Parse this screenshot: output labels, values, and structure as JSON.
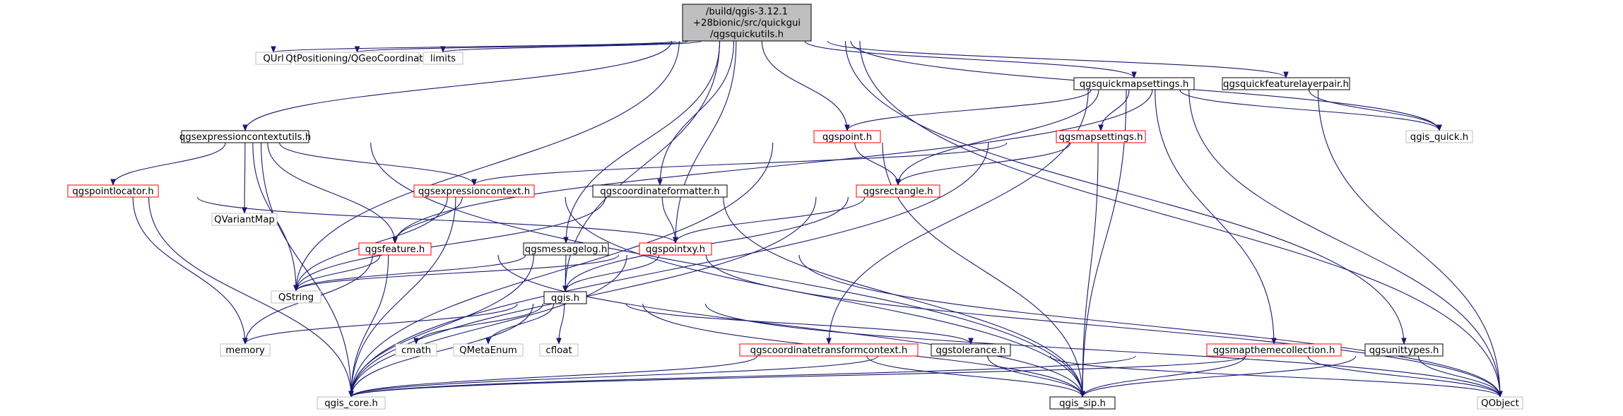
{
  "graph": {
    "nodes": [
      {
        "id": "root",
        "lines": [
          "/build/qgis-3.12.1",
          "+28bionic/src/quickgui",
          "/qgsquickutils.h"
        ],
        "style": "root"
      },
      {
        "id": "qgsexpressioncontextutils",
        "lines": [
          "qgsexpressioncontextutils.h"
        ],
        "style": "black"
      },
      {
        "id": "qurl",
        "lines": [
          "QUrl"
        ],
        "style": "gray"
      },
      {
        "id": "qgeocoordinate",
        "lines": [
          "QtPositioning/QGeoCoordinate"
        ],
        "style": "gray"
      },
      {
        "id": "limits",
        "lines": [
          "limits"
        ],
        "style": "gray"
      },
      {
        "id": "qgsquickmapsettings",
        "lines": [
          "qgsquickmapsettings.h"
        ],
        "style": "black"
      },
      {
        "id": "qgsquickfeaturelayerpair",
        "lines": [
          "qgsquickfeaturelayerpair.h"
        ],
        "style": "black"
      },
      {
        "id": "qgspoint",
        "lines": [
          "qgspoint.h"
        ],
        "style": "red"
      },
      {
        "id": "qgsmapsettings",
        "lines": [
          "qgsmapsettings.h"
        ],
        "style": "red"
      },
      {
        "id": "qgis_quick",
        "lines": [
          "qgis_quick.h"
        ],
        "style": "gray"
      },
      {
        "id": "qgspointlocator",
        "lines": [
          "qgspointlocator.h"
        ],
        "style": "red"
      },
      {
        "id": "qvariantmap",
        "lines": [
          "QVariantMap"
        ],
        "style": "gray"
      },
      {
        "id": "qgsexpressioncontext",
        "lines": [
          "qgsexpressioncontext.h"
        ],
        "style": "red"
      },
      {
        "id": "qgscoordinateformatter",
        "lines": [
          "qgscoordinateformatter.h"
        ],
        "style": "black"
      },
      {
        "id": "qgsrectangle",
        "lines": [
          "qgsrectangle.h"
        ],
        "style": "red"
      },
      {
        "id": "qgsfeature",
        "lines": [
          "qgsfeature.h"
        ],
        "style": "red"
      },
      {
        "id": "qgsmessagelog",
        "lines": [
          "qgsmessagelog.h"
        ],
        "style": "black"
      },
      {
        "id": "qgspointxy",
        "lines": [
          "qgspointxy.h"
        ],
        "style": "red"
      },
      {
        "id": "qstring",
        "lines": [
          "QString"
        ],
        "style": "gray"
      },
      {
        "id": "qgis",
        "lines": [
          "qgis.h"
        ],
        "style": "black"
      },
      {
        "id": "memory",
        "lines": [
          "memory"
        ],
        "style": "gray"
      },
      {
        "id": "cmath",
        "lines": [
          "cmath"
        ],
        "style": "gray"
      },
      {
        "id": "qmetaenum",
        "lines": [
          "QMetaEnum"
        ],
        "style": "gray"
      },
      {
        "id": "cfloat",
        "lines": [
          "cfloat"
        ],
        "style": "gray"
      },
      {
        "id": "qgscoordinatetransformcontext",
        "lines": [
          "qgscoordinatetransformcontext.h"
        ],
        "style": "red"
      },
      {
        "id": "qgstolerance",
        "lines": [
          "qgstolerance.h"
        ],
        "style": "black"
      },
      {
        "id": "qgsmapthemecollection",
        "lines": [
          "qgsmapthemecollection.h"
        ],
        "style": "red"
      },
      {
        "id": "qgsunittypes",
        "lines": [
          "qgsunittypes.h"
        ],
        "style": "black"
      },
      {
        "id": "qgis_core",
        "lines": [
          "qgis_core.h"
        ],
        "style": "gray"
      },
      {
        "id": "qgis_sip",
        "lines": [
          "qgis_sip.h"
        ],
        "style": "black"
      },
      {
        "id": "qobject",
        "lines": [
          "QObject"
        ],
        "style": "gray"
      }
    ],
    "edges": [
      [
        "root",
        "qgsexpressioncontextutils"
      ],
      [
        "root",
        "qurl"
      ],
      [
        "root",
        "qgeocoordinate"
      ],
      [
        "root",
        "limits"
      ],
      [
        "root",
        "qgsquickmapsettings"
      ],
      [
        "root",
        "qgsquickfeaturelayerpair"
      ],
      [
        "root",
        "qgspoint"
      ],
      [
        "root",
        "qgis_quick"
      ],
      [
        "root",
        "qgscoordinateformatter"
      ],
      [
        "root",
        "qgsmessagelog"
      ],
      [
        "root",
        "qgspointxy"
      ],
      [
        "root",
        "qstring"
      ],
      [
        "root",
        "qgis"
      ],
      [
        "root",
        "qgsunittypes"
      ],
      [
        "root",
        "qobject"
      ],
      [
        "qgsexpressioncontextutils",
        "qgspointlocator"
      ],
      [
        "qgsexpressioncontextutils",
        "qvariantmap"
      ],
      [
        "qgsexpressioncontextutils",
        "qgsexpressioncontext"
      ],
      [
        "qgsexpressioncontextutils",
        "qgsfeature"
      ],
      [
        "qgsexpressioncontextutils",
        "qstring"
      ],
      [
        "qgsexpressioncontextutils",
        "qgis_core"
      ],
      [
        "qgsexpressioncontextutils",
        "qgis_sip"
      ],
      [
        "qgsquickmapsettings",
        "qgspoint"
      ],
      [
        "qgsquickmapsettings",
        "qgsmapsettings"
      ],
      [
        "qgsquickmapsettings",
        "qgis_quick"
      ],
      [
        "qgsquickmapsettings",
        "qgsrectangle"
      ],
      [
        "qgsquickmapsettings",
        "qgscoordinatetransformcontext"
      ],
      [
        "qgsquickmapsettings",
        "qgsmapthemecollection"
      ],
      [
        "qgsquickmapsettings",
        "qobject"
      ],
      [
        "qgsquickmapsettings",
        "qgis_sip"
      ],
      [
        "qgsquickfeaturelayerpair",
        "qgis_quick"
      ],
      [
        "qgsquickfeaturelayerpair",
        "qgsfeature"
      ],
      [
        "qgsquickfeaturelayerpair",
        "qobject"
      ],
      [
        "qgspoint",
        "qgsrectangle"
      ],
      [
        "qgspoint",
        "qgis_core"
      ],
      [
        "qgspoint",
        "qgis_sip"
      ],
      [
        "qgsmapsettings",
        "qgsexpressioncontext"
      ],
      [
        "qgsmapsettings",
        "qgsrectangle"
      ],
      [
        "qgsmapsettings",
        "qgis_core"
      ],
      [
        "qgsmapsettings",
        "qgis_sip"
      ],
      [
        "qgspointlocator",
        "qgspointxy"
      ],
      [
        "qgspointlocator",
        "memory"
      ],
      [
        "qgspointlocator",
        "qgis_core"
      ],
      [
        "qgsexpressioncontext",
        "qgsfeature"
      ],
      [
        "qgsexpressioncontext",
        "qstring"
      ],
      [
        "qgsexpressioncontext",
        "qgis_core"
      ],
      [
        "qgsexpressioncontext",
        "qgis_sip"
      ],
      [
        "qgscoordinateformatter",
        "qgspointxy"
      ],
      [
        "qgscoordinateformatter",
        "qstring"
      ],
      [
        "qgscoordinateformatter",
        "qgis_sip"
      ],
      [
        "qgsrectangle",
        "qgspointxy"
      ],
      [
        "qgsrectangle",
        "qgis"
      ],
      [
        "qgsrectangle",
        "qgis_core"
      ],
      [
        "qgsfeature",
        "qstring"
      ],
      [
        "qgsfeature",
        "memory"
      ],
      [
        "qgsfeature",
        "qgis_core"
      ],
      [
        "qgsfeature",
        "qgis_sip"
      ],
      [
        "qgsmessagelog",
        "qgis"
      ],
      [
        "qgsmessagelog",
        "qstring"
      ],
      [
        "qgsmessagelog",
        "qgis_core"
      ],
      [
        "qgsmessagelog",
        "qobject"
      ],
      [
        "qgspointxy",
        "qgis"
      ],
      [
        "qgspointxy",
        "qstring"
      ],
      [
        "qgspointxy",
        "qgis_core"
      ],
      [
        "qgspointxy",
        "qobject"
      ],
      [
        "qgis",
        "memory"
      ],
      [
        "qgis",
        "cmath"
      ],
      [
        "qgis",
        "qmetaenum"
      ],
      [
        "qgis",
        "cfloat"
      ],
      [
        "qgis",
        "qgstolerance"
      ],
      [
        "qgis",
        "qgis_core"
      ],
      [
        "qgis",
        "qgis_sip"
      ],
      [
        "qgis",
        "qobject"
      ],
      [
        "qgstolerance",
        "qgis_core"
      ],
      [
        "qgstolerance",
        "qgis_sip"
      ],
      [
        "qgstolerance",
        "qobject"
      ],
      [
        "qgscoordinatetransformcontext",
        "qgis_core"
      ],
      [
        "qgscoordinatetransformcontext",
        "qgis_sip"
      ],
      [
        "qgsmapthemecollection",
        "qgis_core"
      ],
      [
        "qgsmapthemecollection",
        "qgis_sip"
      ],
      [
        "qgsmapthemecollection",
        "qobject"
      ],
      [
        "qgsunittypes",
        "qgis_core"
      ],
      [
        "qgsunittypes",
        "qgis_sip"
      ],
      [
        "qgsunittypes",
        "qobject"
      ]
    ]
  },
  "colors": {
    "edge": "#191970",
    "root_fill": "#bfbfbf",
    "root_stroke": "#000000",
    "black_stroke": "#000000",
    "red_stroke": "#ff0000",
    "gray_stroke": "#bfbfbf",
    "node_fill": "#ffffff",
    "text": "#000000"
  }
}
